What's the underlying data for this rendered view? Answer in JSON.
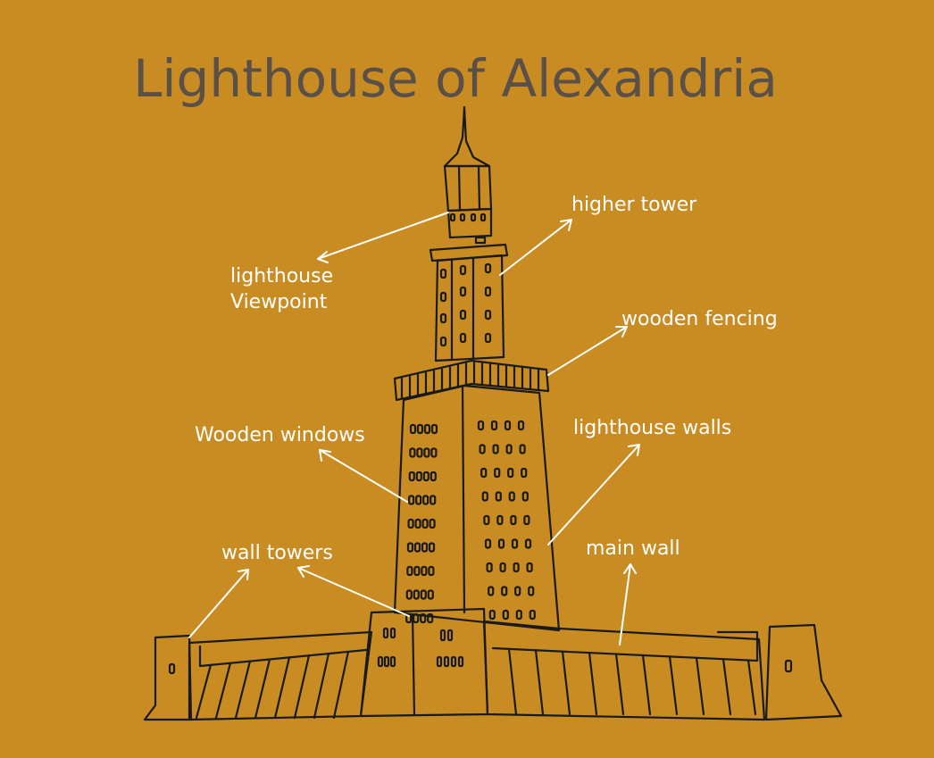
{
  "title": "Lighthouse of Alexandria",
  "colors": {
    "background": "#c88c22",
    "title": "#5a5048",
    "label": "#ffffff",
    "ink": "#1a1a1a"
  },
  "labels": {
    "higher_tower": "higher tower",
    "lighthouse_viewpoint_line1": "lighthouse",
    "lighthouse_viewpoint_line2": "Viewpoint",
    "wooden_fencing": "wooden fencing",
    "wooden_windows": "Wooden windows",
    "lighthouse_walls": "lighthouse walls",
    "wall_towers": "wall towers",
    "main_wall": "main wall"
  }
}
